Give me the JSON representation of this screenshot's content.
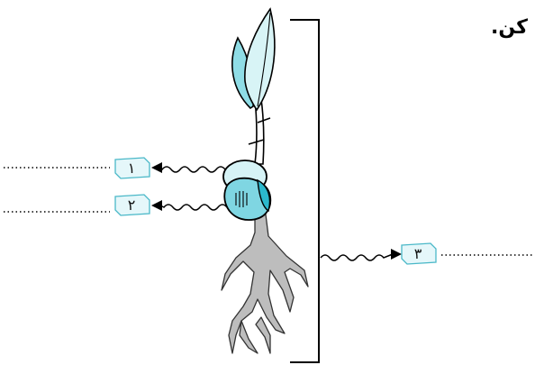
{
  "heading": {
    "text": "کن."
  },
  "labels": [
    {
      "id": "1",
      "text": "۱"
    },
    {
      "id": "2",
      "text": "۲"
    },
    {
      "id": "3",
      "text": "۳"
    }
  ],
  "colors": {
    "leaf_fill": "#d8f4f6",
    "leaf_accent": "#8fdde6",
    "seed_fill": "#d6f3f6",
    "seed_cotyledon": "#7fd6e2",
    "root": "#bdbdbd",
    "line": "#000000",
    "label_box": "#c5eef3"
  }
}
